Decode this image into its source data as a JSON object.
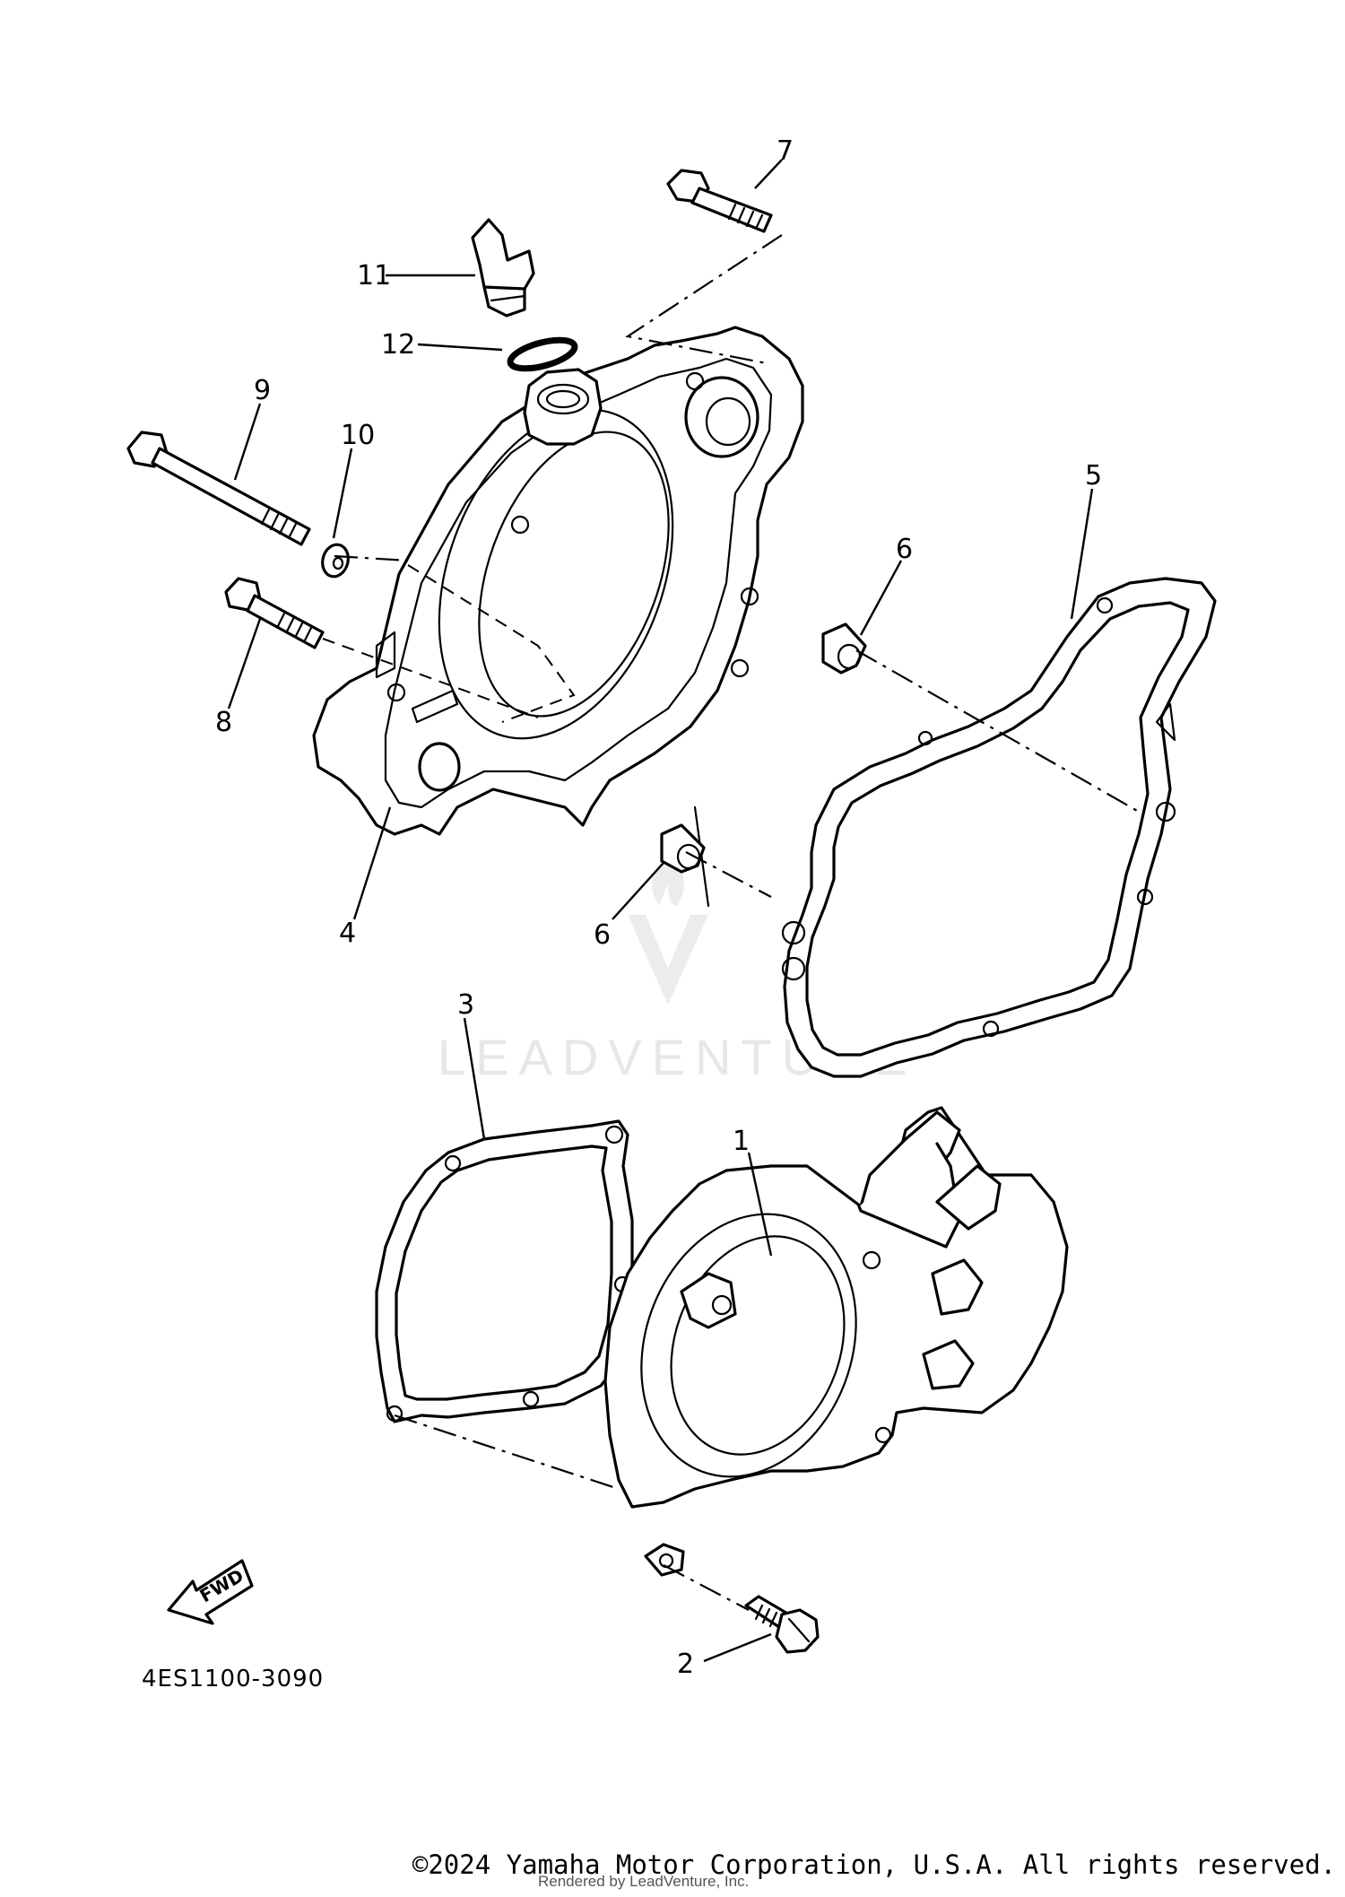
{
  "callouts": {
    "c1": "1",
    "c2": "2",
    "c3": "3",
    "c4": "4",
    "c5": "5",
    "c6a": "6",
    "c6b": "6",
    "c7": "7",
    "c8": "8",
    "c9": "9",
    "c10": "10",
    "c11": "11",
    "c12": "12"
  },
  "part_code": "4ES1100-3090",
  "fwd_label": "FWD",
  "watermark": "LEADVENTURE",
  "copyright": "©2024 Yamaha Motor Corporation, U.S.A. All rights reserved.",
  "rendered_by": "Rendered by LeadVenture, Inc."
}
